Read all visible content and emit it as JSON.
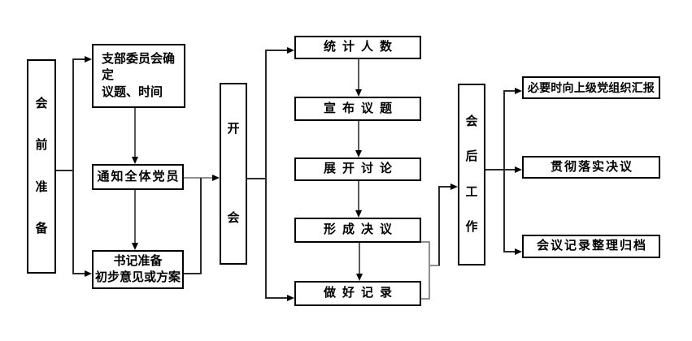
{
  "diagram_type": "flowchart",
  "colors": {
    "background": "#ffffff",
    "box_border": "#000000",
    "text": "#000000",
    "line": "#2b2b2b",
    "line_gray": "#8f8f8f"
  },
  "stages": {
    "pre": {
      "label": "会前准备",
      "chars": [
        "会",
        "前",
        "准",
        "备"
      ]
    },
    "during": {
      "label": "开会",
      "chars": [
        "开",
        "会"
      ]
    },
    "post": {
      "label": "会后工作",
      "chars": [
        "会",
        "后",
        "工",
        "作"
      ]
    }
  },
  "pre_steps": {
    "committee": {
      "label": "支部委员会确定议题、时间",
      "lines": [
        "支部委员会确定",
        "议题、时间"
      ]
    },
    "notify": {
      "label": "通知全体党员"
    },
    "secretary": {
      "label": "书记准备初步意见或方案",
      "lines": [
        "书记准备",
        "初步意见或方案"
      ]
    }
  },
  "during_steps": [
    {
      "label": "统计人数"
    },
    {
      "label": "宣布议题"
    },
    {
      "label": "展开讨论"
    },
    {
      "label": "形成决议"
    },
    {
      "label": "做好记录"
    }
  ],
  "post_steps": [
    {
      "label": "必要时向上级党组织汇报"
    },
    {
      "label": "贯彻落实决议"
    },
    {
      "label": "会议记录整理归档"
    }
  ]
}
